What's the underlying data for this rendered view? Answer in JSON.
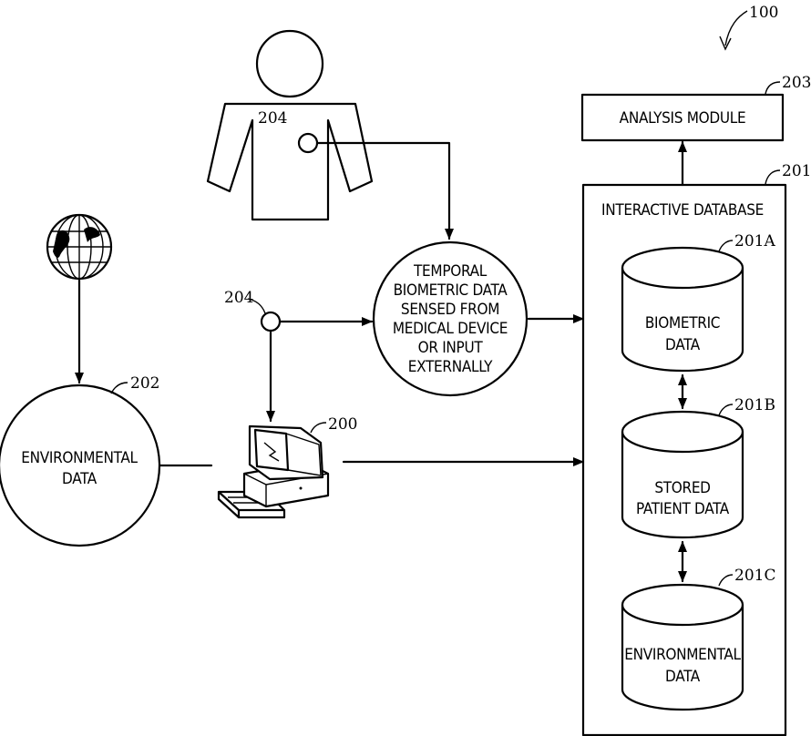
{
  "figure_ref": "100",
  "person": {
    "sensor_ref": "204"
  },
  "globe": {},
  "environmental": {
    "ref": "202",
    "lines": [
      "ENVIRONMENTAL",
      "DATA"
    ]
  },
  "sensor_device": {
    "ref": "204"
  },
  "computer": {
    "ref": "200"
  },
  "temporal": {
    "lines": [
      "TEMPORAL",
      "BIOMETRIC DATA",
      "SENSED FROM",
      "MEDICAL DEVICE",
      "OR INPUT",
      "EXTERNALLY"
    ]
  },
  "analysis": {
    "ref": "203",
    "label": "ANALYSIS MODULE"
  },
  "database": {
    "ref": "201",
    "title": "INTERACTIVE DATABASE",
    "cylinders": [
      {
        "ref": "201A",
        "lines": [
          "BIOMETRIC",
          "DATA"
        ]
      },
      {
        "ref": "201B",
        "lines": [
          "STORED",
          "PATIENT DATA"
        ]
      },
      {
        "ref": "201C",
        "lines": [
          "ENVIRONMENTAL",
          "DATA"
        ]
      }
    ]
  }
}
